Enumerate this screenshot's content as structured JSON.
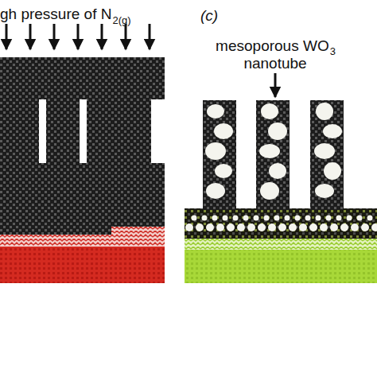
{
  "diagram": {
    "labels": [
      "gh pressure of N",
      "2(g)",
      "(c)",
      "mesoporous WO",
      "3",
      "nanotube"
    ]
  }
}
